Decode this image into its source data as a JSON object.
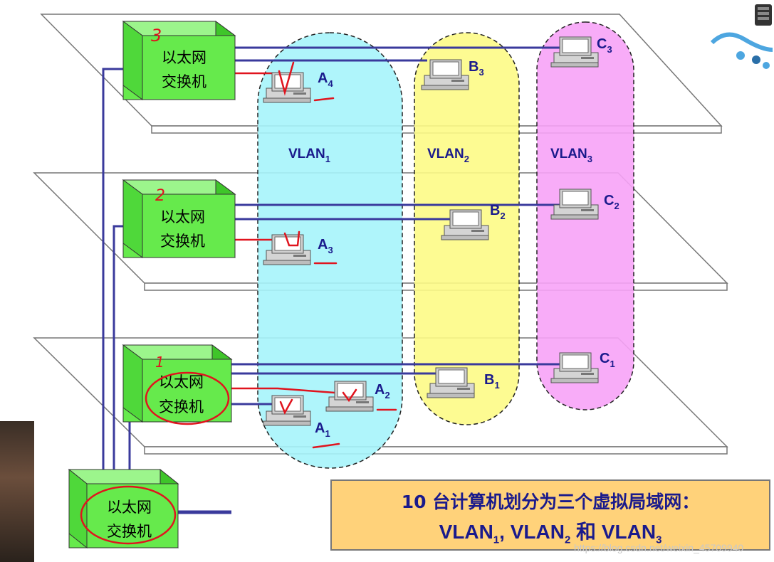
{
  "switches": {
    "floor3": {
      "line1": "以太网",
      "line2": "交换机",
      "annotation": "3"
    },
    "floor2": {
      "line1": "以太网",
      "line2": "交换机",
      "annotation": "2"
    },
    "floor1": {
      "line1": "以太网",
      "line2": "交换机",
      "annotation": "1"
    },
    "backbone": {
      "line1": "以太网",
      "line2": "交换机"
    }
  },
  "vlans": [
    {
      "base": "VLAN",
      "sub": "1",
      "color": "#a6f4fb"
    },
    {
      "base": "VLAN",
      "sub": "2",
      "color": "#fdfb86"
    },
    {
      "base": "VLAN",
      "sub": "3",
      "color": "#f7a3f7"
    }
  ],
  "computers": {
    "a4": {
      "base": "A",
      "sub": "4"
    },
    "a3": {
      "base": "A",
      "sub": "3"
    },
    "a2": {
      "base": "A",
      "sub": "2"
    },
    "a1": {
      "base": "A",
      "sub": "1"
    },
    "b3": {
      "base": "B",
      "sub": "3"
    },
    "b2": {
      "base": "B",
      "sub": "2"
    },
    "b1": {
      "base": "B",
      "sub": "1"
    },
    "c3": {
      "base": "C",
      "sub": "3"
    },
    "c2": {
      "base": "C",
      "sub": "2"
    },
    "c1": {
      "base": "C",
      "sub": "1"
    }
  },
  "caption": {
    "line1": "10 台计算机划分为三个虚拟局域网：",
    "v1": "VLAN",
    "s1": "1",
    "sep1": ", ",
    "v2": "VLAN",
    "s2": "2",
    "and": " 和 ",
    "v3": "VLAN",
    "s3": "3"
  },
  "watermark": "https://blog.csdn.net/weixin_45709940",
  "colors": {
    "switch": "#66ea4c",
    "link": "#3a3a9c",
    "annotation": "#e0141e",
    "floor": "#ffffff"
  }
}
